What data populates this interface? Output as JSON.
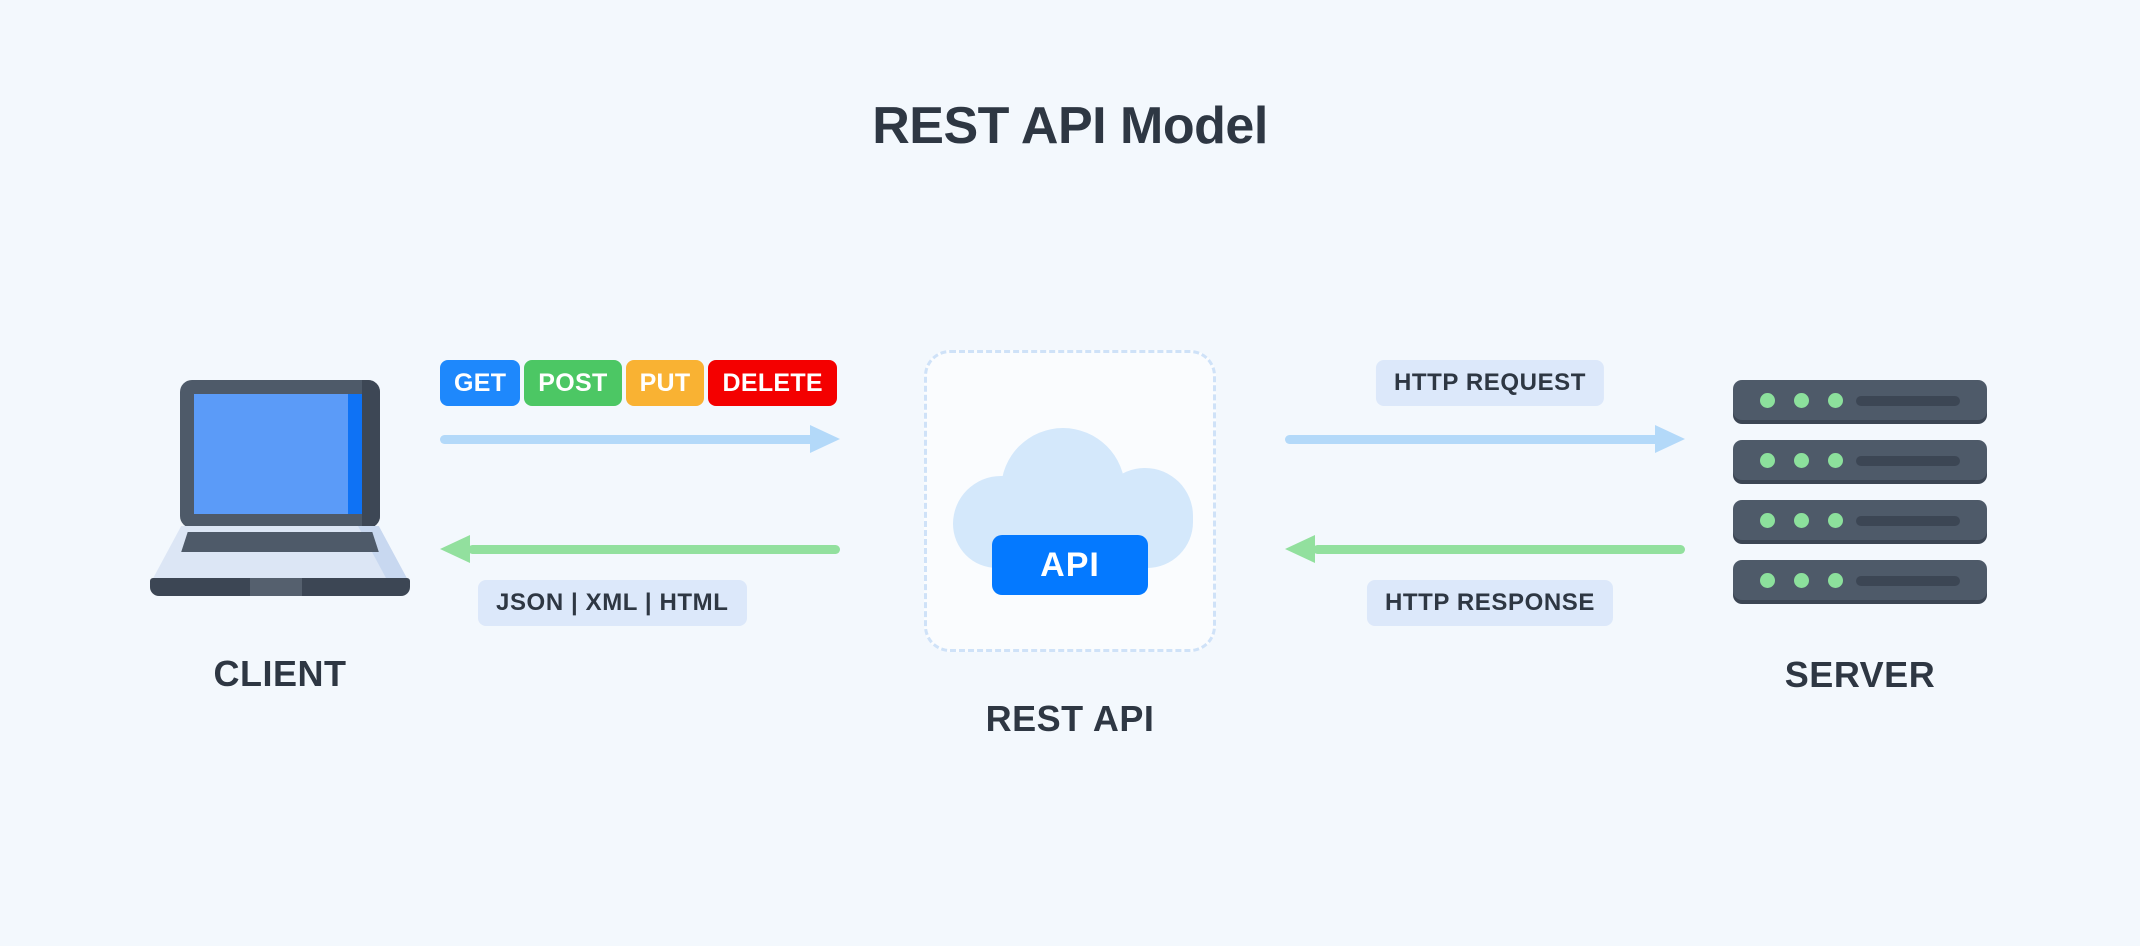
{
  "page": {
    "title": "REST API Model",
    "background_color": "#F3F8FD",
    "text_color": "#2E3743"
  },
  "nodes": {
    "client": {
      "label": "CLIENT",
      "icon": "laptop-icon"
    },
    "api": {
      "label": "REST API",
      "icon": "cloud-icon",
      "badge": "API",
      "badge_color": "#0479FF"
    },
    "server": {
      "label": "SERVER",
      "icon": "server-stack-icon",
      "units": 4,
      "leds_per_unit": 3,
      "led_color": "#8CE09C"
    }
  },
  "flows": {
    "client_to_api": {
      "methods": [
        {
          "name": "GET",
          "color": "#1E88FC"
        },
        {
          "name": "POST",
          "color": "#4CC764"
        },
        {
          "name": "PUT",
          "color": "#F9B233"
        },
        {
          "name": "DELETE",
          "color": "#F40000"
        }
      ],
      "request_arrow_color": "#B3D9F9",
      "response_arrow_color": "#92E09E",
      "response_formats": "JSON  |  XML  |  HTML"
    },
    "api_to_server": {
      "request_label": "HTTP REQUEST",
      "response_label": "HTTP RESPONSE",
      "request_arrow_color": "#B3D9F9",
      "response_arrow_color": "#92E09E"
    }
  }
}
